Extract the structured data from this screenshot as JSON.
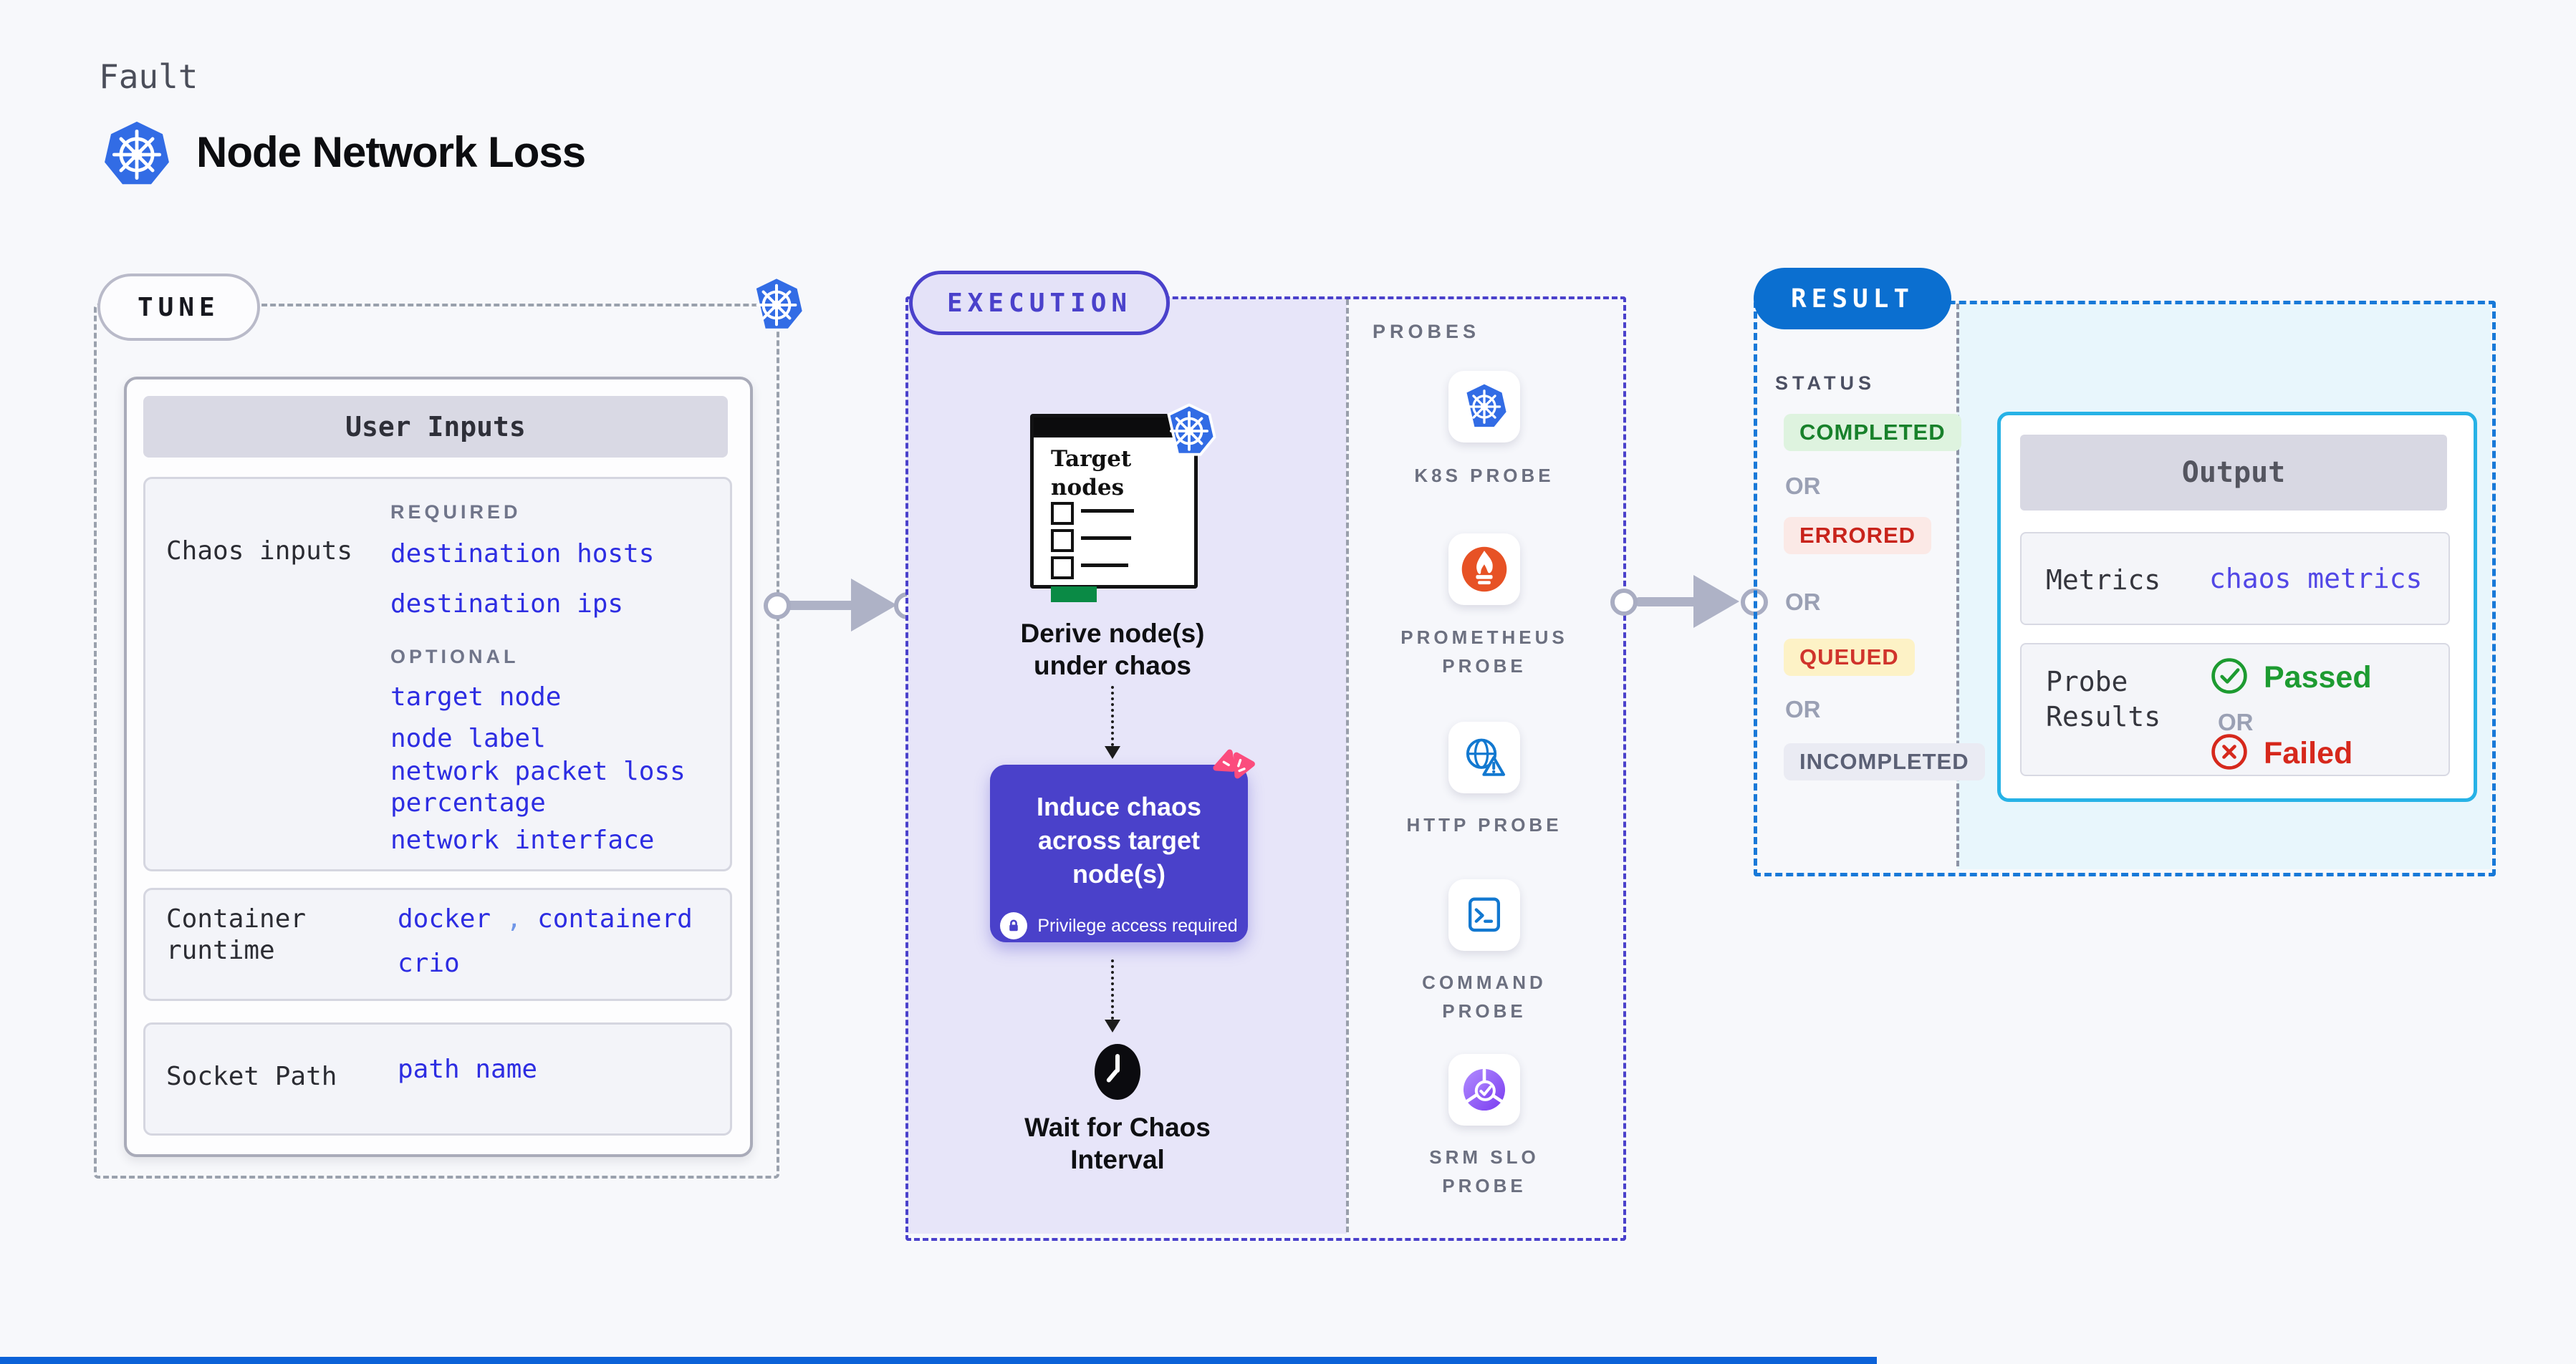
{
  "header": {
    "eyebrow": "Fault",
    "title": "Node Network Loss"
  },
  "tune": {
    "label": "TUNE",
    "card_title": "User Inputs",
    "chaos_row": {
      "label": "Chaos inputs",
      "required_heading": "REQUIRED",
      "required_items": [
        "destination hosts",
        "destination ips"
      ],
      "optional_heading": "OPTIONAL",
      "optional_items": [
        "target node",
        "node label",
        "network packet loss percentage",
        "network interface"
      ]
    },
    "runtime_row": {
      "label": "Container runtime",
      "value_1": "docker",
      "separator": ",",
      "value_2": "containerd",
      "value_3": "crio"
    },
    "socket_row": {
      "label": "Socket Path",
      "value": "path name"
    }
  },
  "execution": {
    "label": "EXECUTION",
    "target_card_title": "Target nodes",
    "derive_caption": "Derive node(s) under chaos",
    "induce_text": "Induce chaos across target node(s)",
    "privilege_note": "Privilege access required",
    "wait_caption": "Wait for Chaos Interval"
  },
  "probes": {
    "heading": "PROBES",
    "items": [
      {
        "label": "K8S PROBE",
        "icon": "kubernetes-icon"
      },
      {
        "label": "PROMETHEUS PROBE",
        "icon": "prometheus-icon"
      },
      {
        "label": "HTTP PROBE",
        "icon": "http-globe-icon"
      },
      {
        "label": "COMMAND PROBE",
        "icon": "terminal-icon"
      },
      {
        "label": "SRM SLO PROBE",
        "icon": "slo-gauge-icon"
      }
    ]
  },
  "result": {
    "label": "RESULT",
    "status_heading": "STATUS",
    "or": "OR",
    "badges": [
      {
        "text": "COMPLETED",
        "bg": "#def3df",
        "color": "#18812b"
      },
      {
        "text": "ERRORED",
        "bg": "#fbe9e6",
        "color": "#c8231b"
      },
      {
        "text": "QUEUED",
        "bg": "#fdf2c6",
        "color": "#d0342c"
      },
      {
        "text": "INCOMPLETED",
        "bg": "#eaebf3",
        "color": "#5b6075"
      }
    ],
    "output": {
      "title": "Output",
      "metrics_label": "Metrics",
      "metrics_value": "chaos metrics",
      "probe_results_label": "Probe Results",
      "passed": "Passed",
      "or": "OR",
      "failed": "Failed"
    }
  },
  "colors": {
    "accent_indigo": "#4a41cb",
    "accent_blue": "#0b6fd0",
    "dashed_blue": "#1879d8",
    "cyan_border": "#27b2e6",
    "code_blue": "#2d2de2",
    "metrics_blue": "#5247e6",
    "green": "#18812b",
    "red": "#c8231b",
    "lavender": "#e7e5f9",
    "prometheus_orange": "#e75225",
    "litmus_pink": "#fb4c7d",
    "kubernetes_blue": "#326ce5"
  }
}
